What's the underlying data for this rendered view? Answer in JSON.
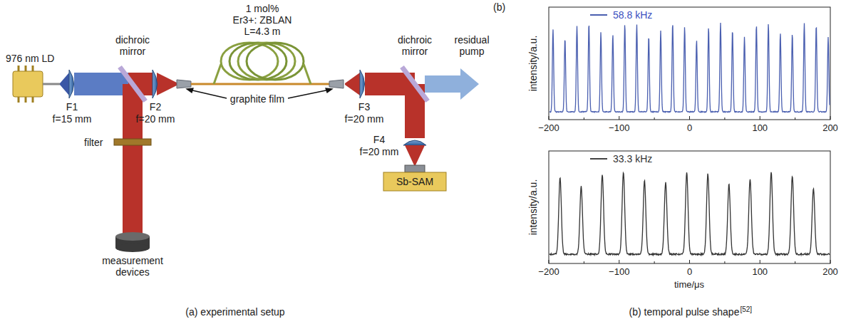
{
  "diagram": {
    "caption": "(a) experimental setup",
    "labels": [
      "976 nm LD",
      "dichroic mirror",
      "F1",
      "f=15 mm",
      "F2",
      "f=20 mm",
      "1 mol%",
      "Er3+: ZBLAN",
      "L=4.3 m",
      "graphite film",
      "dichroic mirror",
      "residual pump",
      "F3",
      "f=20 mm",
      "F4",
      "f=20 mm",
      "filter",
      "measurement devices",
      "Sb-SAM",
      "(b)",
      "intensity/a.u.",
      "−200",
      "−100",
      "0",
      "100",
      "200",
      "intensity/a.u.",
      "−200",
      "−100",
      "0",
      "100",
      "200",
      "time/μs",
      "(b) temporal pulse shape",
      "[52]"
    ],
    "legend": [
      {
        "text": "58.8 kHz"
      },
      {
        "text": "33.3 kHz"
      }
    ]
  }
}
